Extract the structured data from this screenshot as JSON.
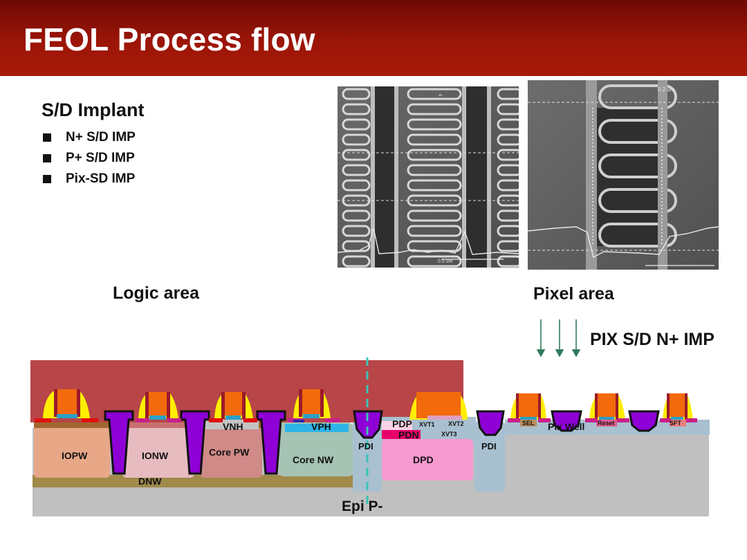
{
  "title": "FEOL Process flow",
  "section": {
    "heading": "S/D Implant",
    "items": [
      "N+ S/D IMP",
      "P+ S/D IMP",
      "Pix-SD IMP"
    ]
  },
  "micrographs": {
    "left_scale": "0.5 um",
    "right_scale": "0.2 um"
  },
  "labels": {
    "logic_area": "Logic area",
    "pixel_area": "Pixel area",
    "implant": "PIX S/D N+ IMP"
  },
  "cross_section": {
    "wells": [
      "IOPW",
      "IONW",
      "Core PW",
      "Core NW",
      "DPD",
      "DNW",
      "Epi P-"
    ],
    "regions": [
      "VNH",
      "VPH",
      "PDI",
      "PDI",
      "PDP",
      "PDN",
      "XVT1",
      "XVT2",
      "XVT3",
      "Pix Well"
    ],
    "pixel_gates": [
      "SEL",
      "Reset",
      "SFT"
    ]
  },
  "colors": {
    "header": "#9c1507",
    "photoresist": "#b84548",
    "substrate": "#c0c0c0",
    "sti": "#8e00d6",
    "gate": "#f26a0c",
    "spacer": "#ffee00",
    "arrow": "#2f7a5a",
    "divider": "#3cc4b8"
  },
  "icons": [
    "implant-arrow-icon",
    "bullet-square-icon"
  ]
}
